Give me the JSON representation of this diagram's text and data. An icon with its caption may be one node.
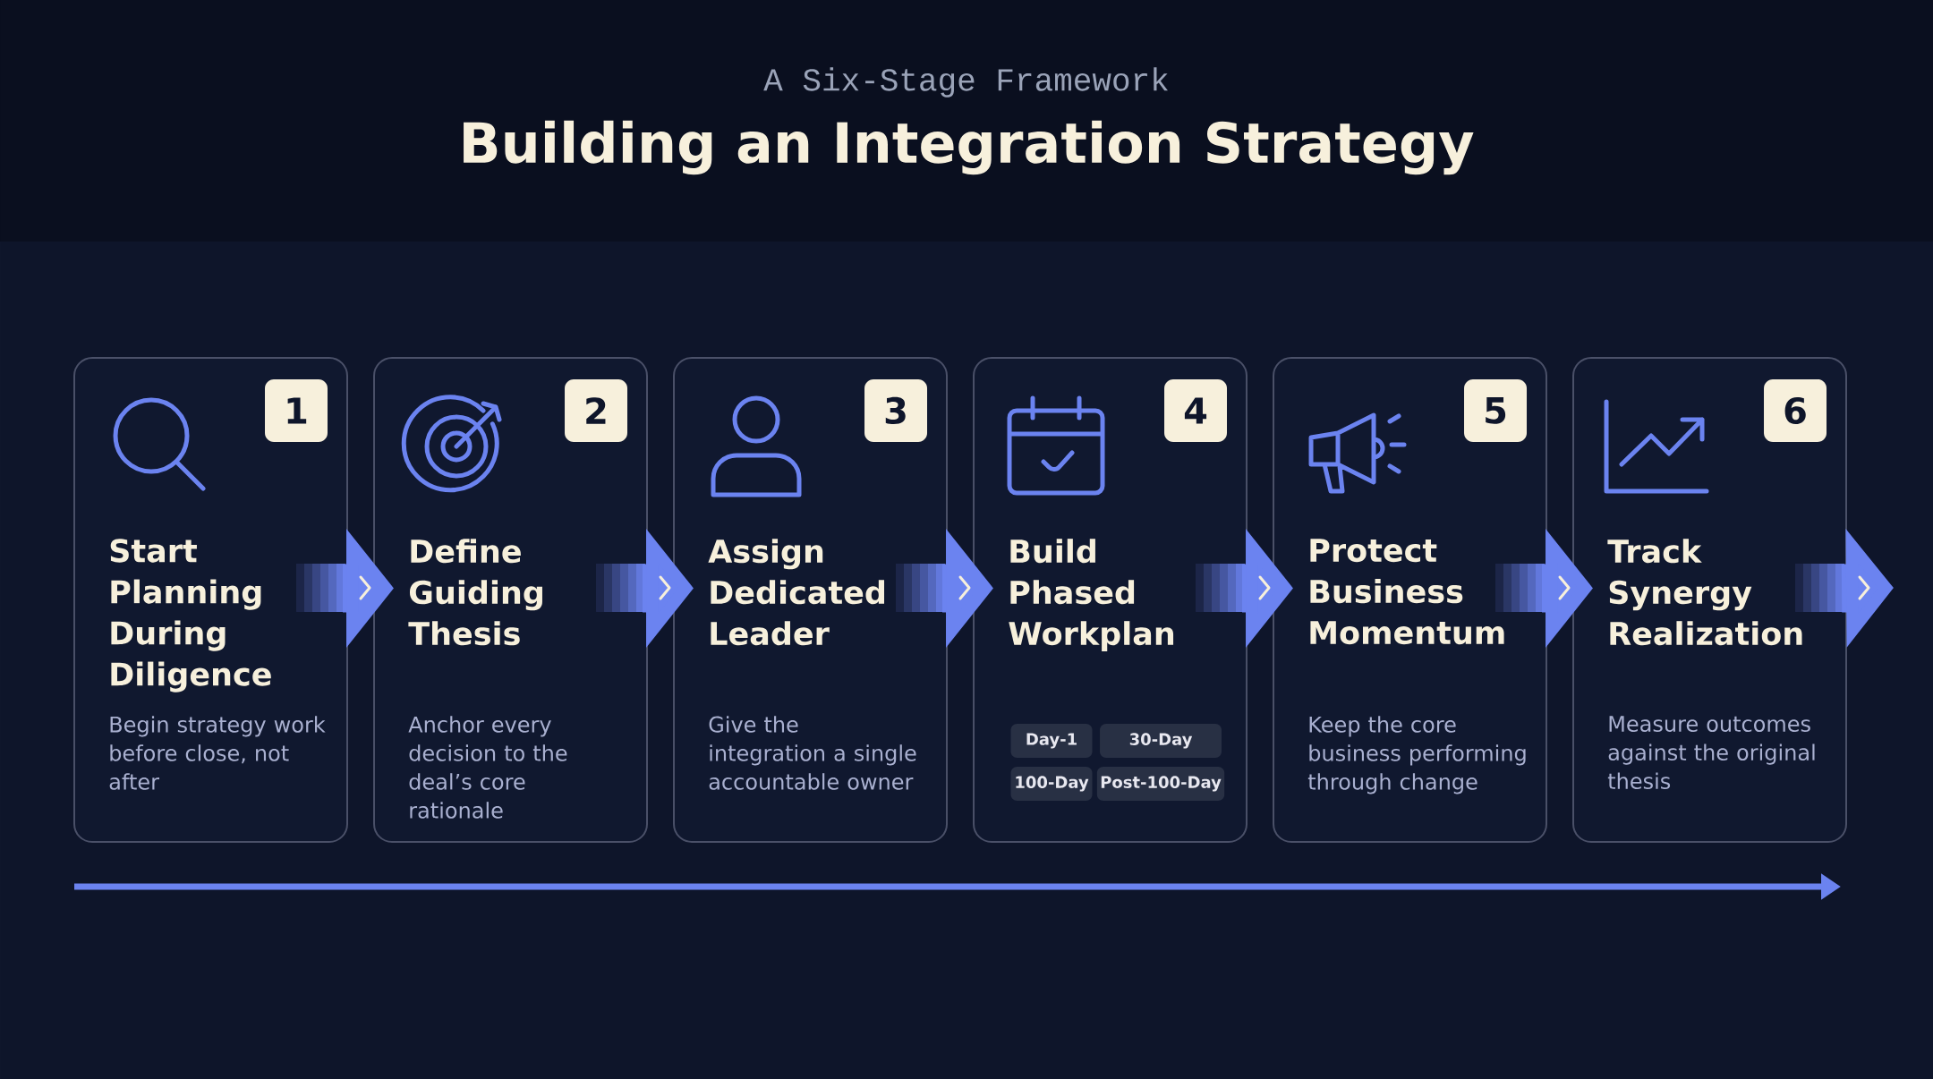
{
  "diagram": {
    "title": "Building an Integration Strategy",
    "nodes": [
      {
        "text": [
          "Start Planning During Diligence",
          "Begin strategy work before close, not after"
        ]
      },
      {
        "text": [
          "1"
        ],
        "in": 0
      },
      {
        "text": [
          "Define Guiding Thesis",
          "Anchor every decision to the deal’s core rationale"
        ]
      },
      {
        "text": [
          "2"
        ],
        "in": 2
      },
      {
        "text": [
          "Assign Dedicated Leader",
          "Give the integration a single accountable owner"
        ]
      },
      {
        "text": [
          "3"
        ],
        "in": 4
      },
      {
        "text": [
          "Build Phased Workplan"
        ]
      },
      {
        "text": [
          "4"
        ],
        "in": 6
      },
      {
        "text": [
          "Day-1"
        ],
        "in": 6
      },
      {
        "text": [
          "30-Day"
        ],
        "in": 6
      },
      {
        "text": [
          "100-Day"
        ],
        "in": 6
      },
      {
        "text": [
          "Post-100-Day"
        ],
        "in": 6
      },
      {
        "text": [
          "Protect Business Momentum",
          "Keep the core business performing through change"
        ]
      },
      {
        "text": [
          "5"
        ],
        "in": 12
      },
      {
        "text": [
          "Track Synergy Realization",
          "Measure outcomes against the original thesis"
        ]
      },
      {
        "text": [
          "6"
        ],
        "in": 14
      }
    ],
    "edges": [
      {
        "from": 0,
        "to": 2,
        "arrow": "to"
      },
      {
        "from": 2,
        "to": 4,
        "arrow": "to"
      },
      {
        "from": 4,
        "to": 6,
        "arrow": "to"
      },
      {
        "from": 6,
        "to": 12,
        "arrow": "to"
      },
      {
        "from": 12,
        "to": 14,
        "arrow": "to"
      },
      {
        "from": 14,
        "to": null,
        "arrow": "to"
      }
    ],
    "labels": [
      "A Six-Stage Framework"
    ]
  }
}
